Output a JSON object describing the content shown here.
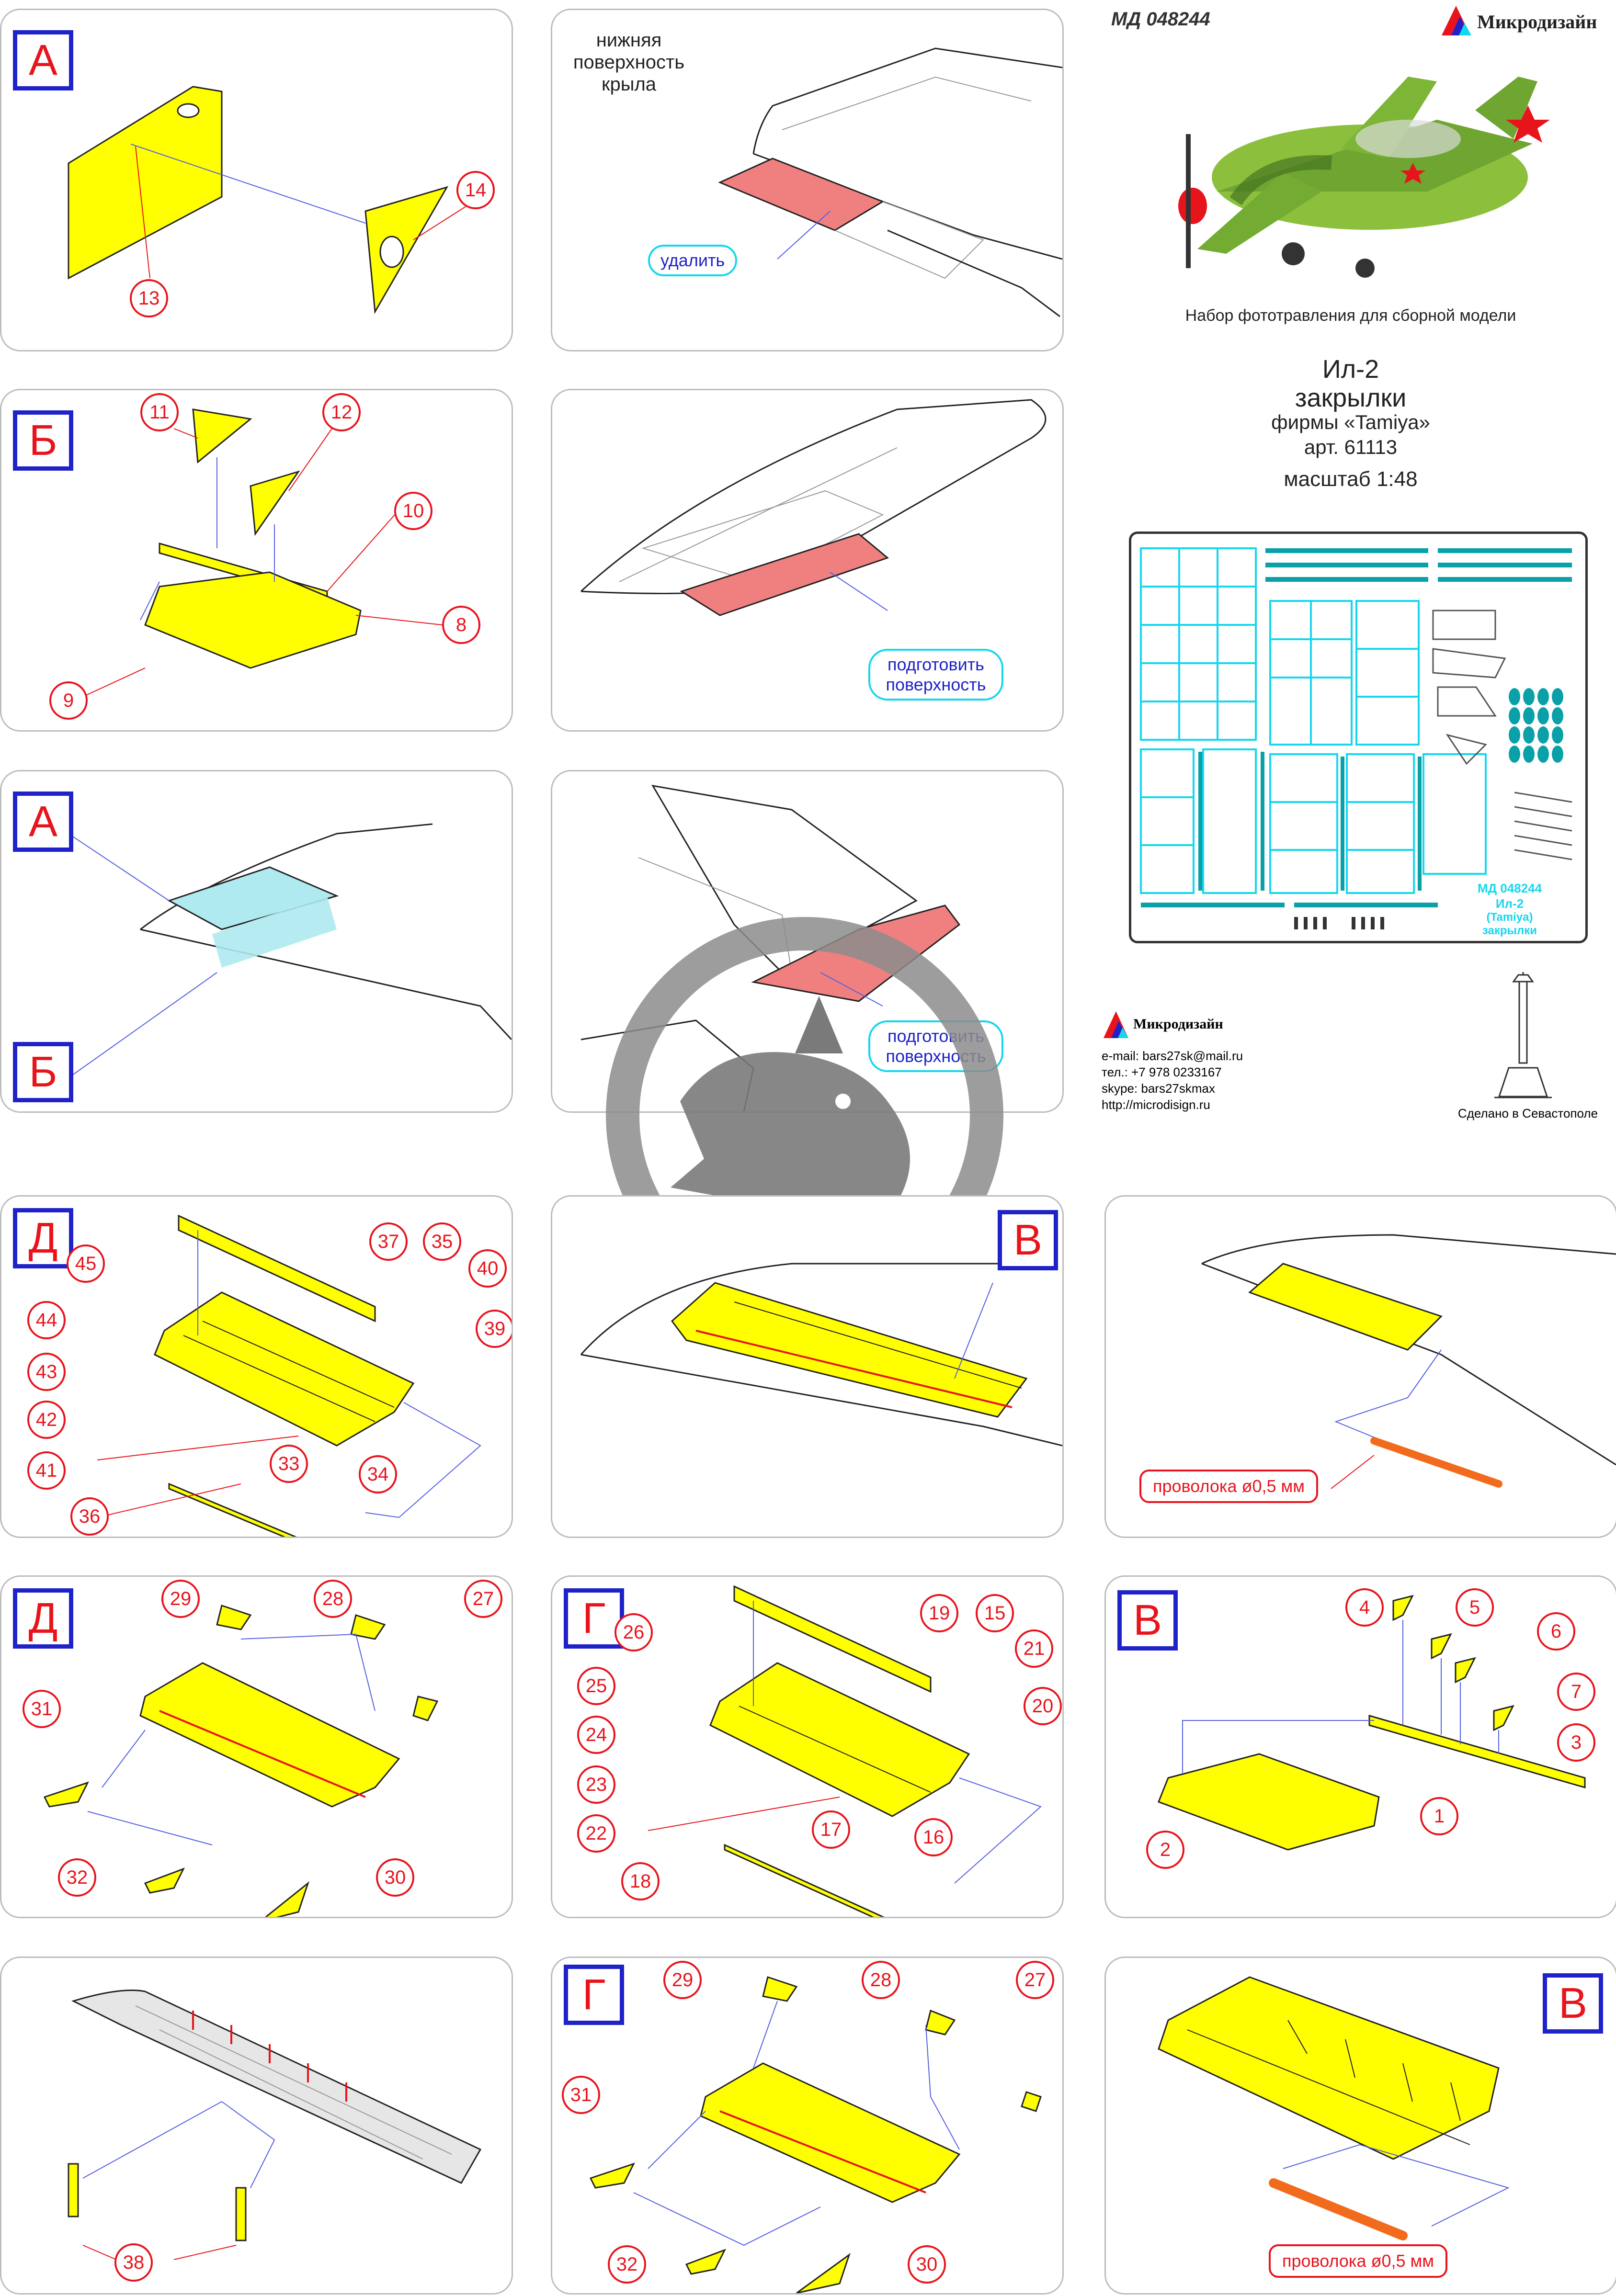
{
  "header": {
    "code": "МД 048244",
    "brand": "Микродизайн",
    "subtitle": "Набор фототравления для сборной модели",
    "model": "Ил-2",
    "part": "закрылки",
    "maker": "фирмы «Tamiya»",
    "article": "арт. 61113",
    "scale": "масштаб 1:48"
  },
  "fret": {
    "code": "МД 048244",
    "model": "Ил-2",
    "maker": "(Tamiya)",
    "part": "закрылки"
  },
  "contacts": {
    "brand": "Микродизайн",
    "email": "e-mail: bars27sk@mail.ru",
    "phone": "тел.: +7 978 0233167",
    "skype": "skype: bars27skmax",
    "site": "http://microdisign.ru",
    "made_in": "Сделано в Севастополе"
  },
  "labels": {
    "lower_surface": "нижняя поверхность крыла",
    "remove": "удалить",
    "prepare_surface": "подготовить поверхность",
    "wire": "проволока ø0,5 мм"
  },
  "sections": {
    "A": "А",
    "B": "Б",
    "V": "В",
    "G": "Г",
    "D": "Д"
  },
  "colors": {
    "part_yellow": "#ffff00",
    "remove_red": "#f08080",
    "marker_red": "#e8141c",
    "frame_blue": "#1f22c8",
    "note_cyan": "#14d7ef",
    "wire_orange": "#f26b1d"
  },
  "parts": {
    "p1": "1",
    "p2": "2",
    "p3": "3",
    "p4": "4",
    "p5": "5",
    "p6": "6",
    "p7": "7",
    "p8": "8",
    "p9": "9",
    "p10": "10",
    "p11": "11",
    "p12": "12",
    "p13": "13",
    "p14": "14",
    "p15": "15",
    "p16": "16",
    "p17": "17",
    "p18": "18",
    "p19": "19",
    "p20": "20",
    "p21": "21",
    "p22": "22",
    "p23": "23",
    "p24": "24",
    "p25": "25",
    "p26": "26",
    "p27": "27",
    "p28": "28",
    "p29": "29",
    "p30": "30",
    "p31": "31",
    "p32": "32",
    "p33": "33",
    "p34": "34",
    "p35": "35",
    "p36": "36",
    "p37": "37",
    "p38": "38",
    "p39": "39",
    "p40": "40",
    "p41": "41",
    "p42": "42",
    "p43": "43",
    "p44": "44",
    "p45": "45"
  }
}
